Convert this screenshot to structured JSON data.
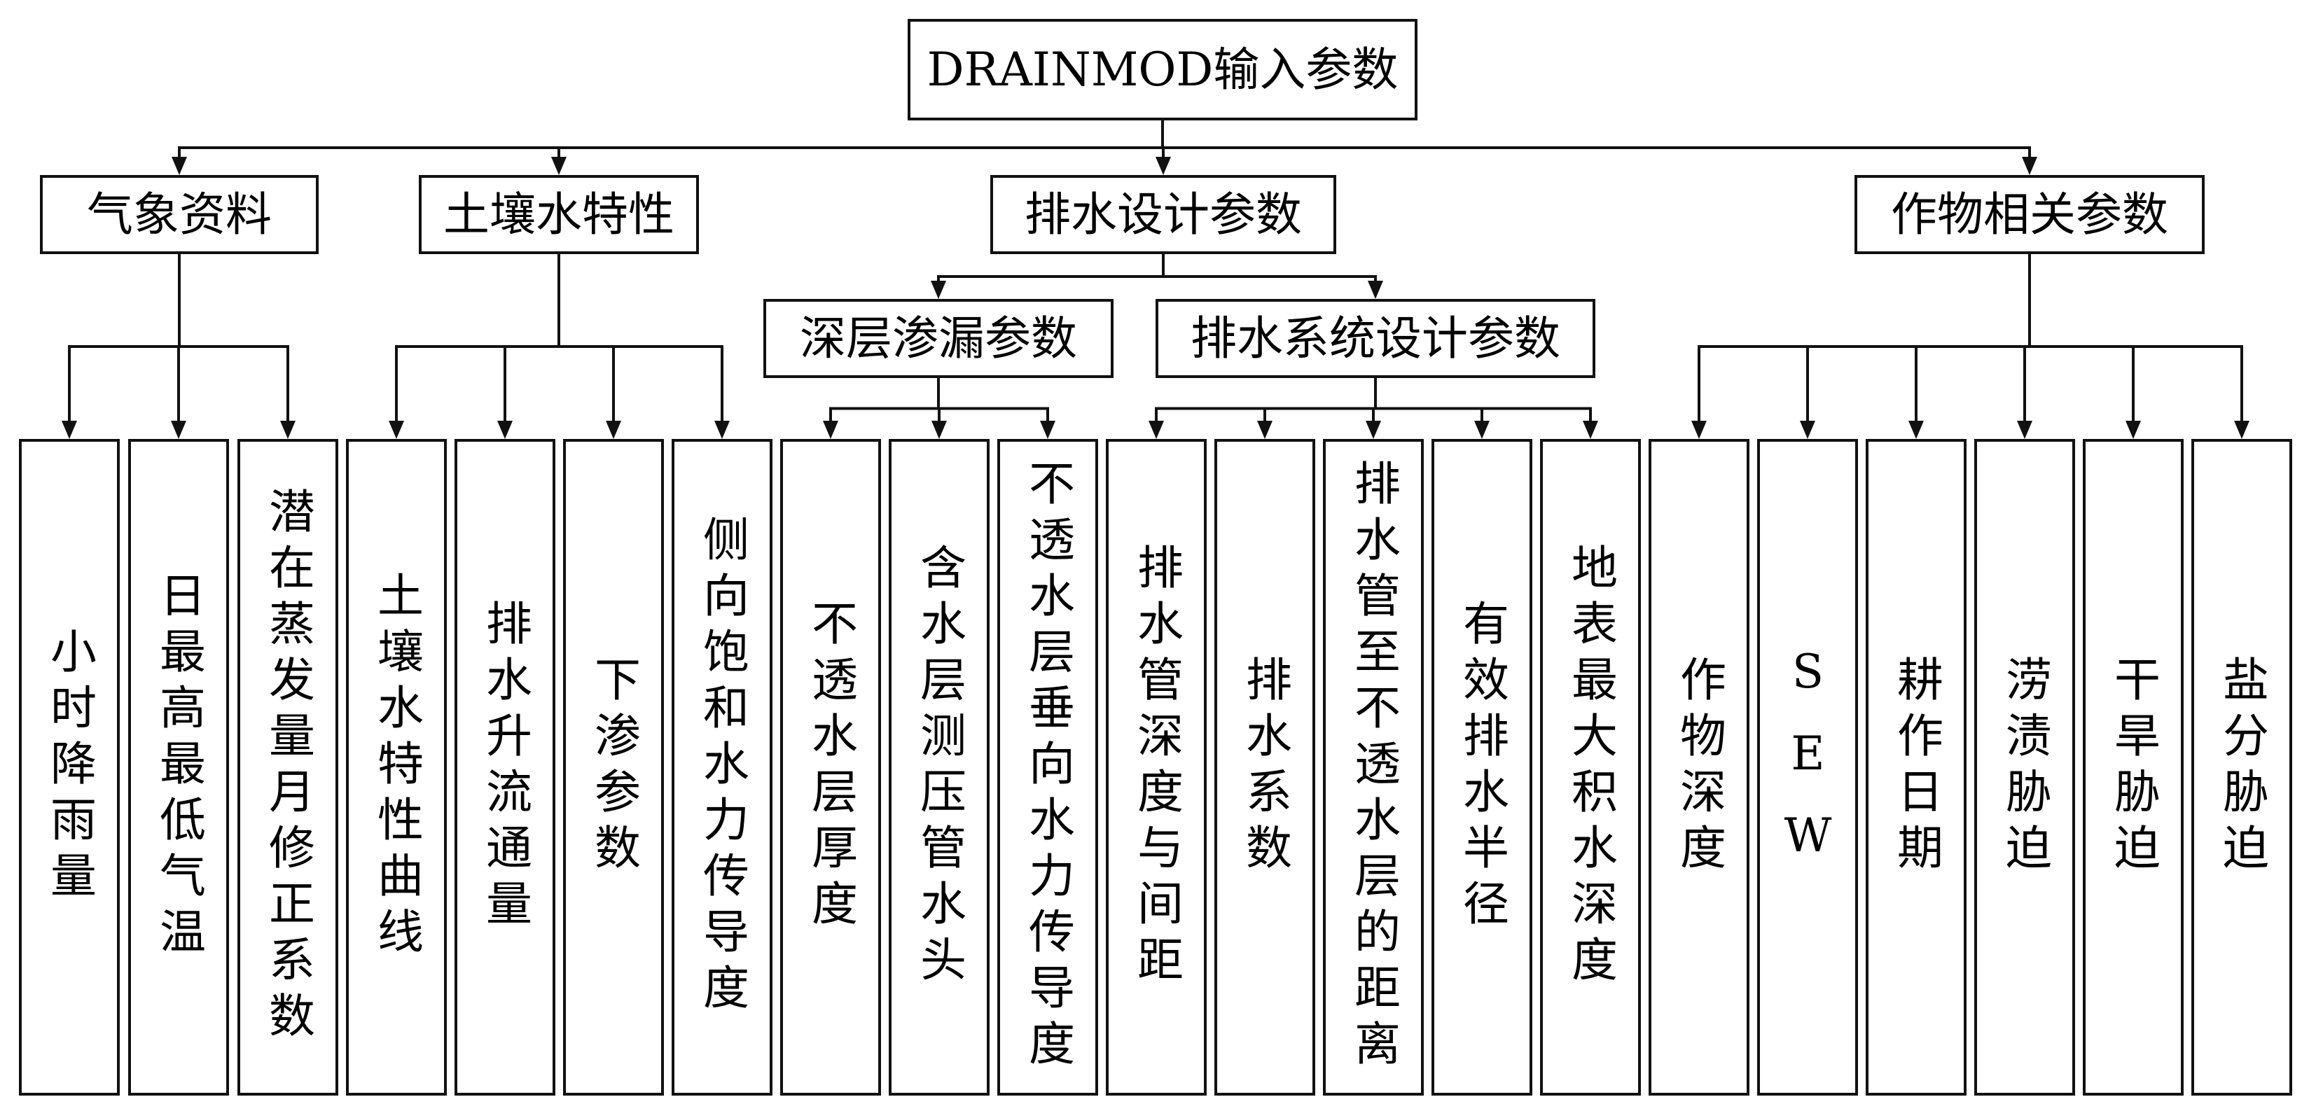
{
  "diagram": {
    "root": {
      "id": "root",
      "label": "DRAINMOD输入参数"
    },
    "categories": [
      {
        "id": "meteo",
        "label": "气象资料",
        "params": [
          "小时降雨量",
          "日最高最低气温",
          "潜在蒸发量月修正系数"
        ]
      },
      {
        "id": "soil",
        "label": "土壤水特性",
        "params": [
          "土壤水特性曲线",
          "排水升流通量",
          "下渗参数",
          "侧向饱和水力传导度"
        ]
      },
      {
        "id": "drain",
        "label": "排水设计参数",
        "subgroups": [
          {
            "id": "deep",
            "label": "深层渗漏参数",
            "params": [
              "不透水层厚度",
              "含水层测压管水头",
              "不透水层垂向水力传导度"
            ]
          },
          {
            "id": "system",
            "label": "排水系统设计参数",
            "params": [
              "排水管深度与间距",
              "排水系数",
              "排水管至不透水层的距离",
              "有效排水半径",
              "地表最大积水深度"
            ]
          }
        ]
      },
      {
        "id": "crop",
        "label": "作物相关参数",
        "params": [
          "作物深度",
          "SEW",
          "耕作日期",
          "涝渍胁迫",
          "干旱胁迫",
          "盐分胁迫"
        ]
      }
    ],
    "colors": {
      "stroke": "#111111",
      "fill": "#ffffff",
      "text": "#000000"
    }
  }
}
